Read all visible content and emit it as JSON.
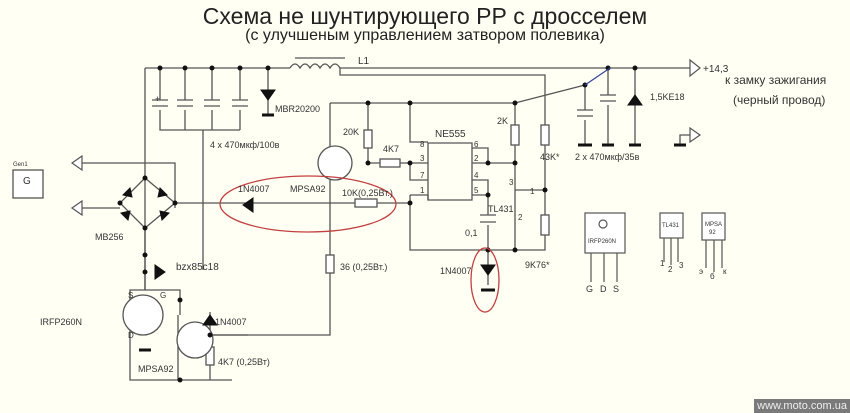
{
  "title": {
    "main": "Схема не шунтирующего РР с дросселем",
    "sub": "(с улучшеным управлением затвором полевика)"
  },
  "labels": {
    "inductor": "L1",
    "output_voltage": "+14,3",
    "ignition_line1": "к замку зажигания",
    "ignition_line2": "(черный провод)",
    "input_caps": "4 x 470мкф/100в",
    "output_caps": "2 x 470мкф/35в",
    "schottky": "MBR20200",
    "tvs": "1,5KE18",
    "generator": "Gen1",
    "generator_symbol": "G",
    "bridge": "MB256",
    "timer": "NE555",
    "r_20k": "20K",
    "r_4k7": "4K7",
    "r_2k": "2K",
    "r_43k": "43K*",
    "r_9k76": "9K76*",
    "r_10k": "10K(0,25Вт.)",
    "r_36": "36  (0,25Вт.)",
    "r_4k7_gate": "4K7 (0,25Вт)",
    "cap_01": "0,1",
    "tl431": "TL431",
    "diode_top": "1N4007",
    "diode_bottom": "1N4007",
    "diode_gate": "1N4007",
    "zener": "bzx85c18",
    "mosfet": "IRFP260N",
    "transistor_top": "MPSA92",
    "transistor_bottom": "MPSA92",
    "mosfet_s": "S",
    "mosfet_g": "G",
    "mosfet_d": "D",
    "ne555_pins": [
      "8",
      "3",
      "7",
      "1",
      "6",
      "2",
      "4",
      "5"
    ],
    "tl431_pins": [
      "3",
      "1",
      "2"
    ]
  },
  "pinouts": {
    "irfp260n": {
      "name": "IRFP260N",
      "pins": [
        "G",
        "D",
        "S"
      ]
    },
    "tl431": {
      "name": "TL431",
      "pins": [
        "1",
        "2",
        "3"
      ]
    },
    "mpsa92": {
      "name_line1": "MPSA",
      "name_line2": "92",
      "pins": [
        "э",
        "б",
        "к"
      ]
    }
  },
  "watermark": "www.moto.com.ua"
}
